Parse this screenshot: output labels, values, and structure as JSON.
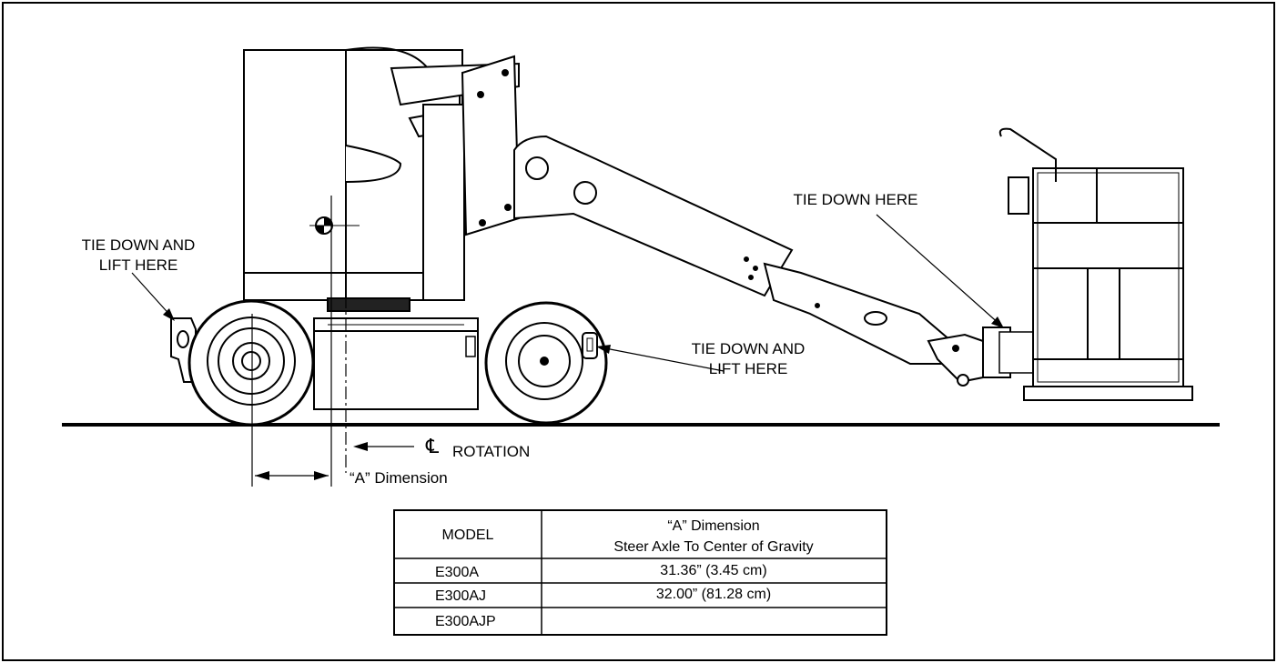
{
  "labels": {
    "tie_down_lift_left_line1": "TIE DOWN AND",
    "tie_down_lift_left_line2": "LIFT HERE",
    "tie_down_platform": "TIE DOWN HERE",
    "tie_down_lift_right_line1": "TIE DOWN AND",
    "tie_down_lift_right_line2": "LIFT HERE",
    "cl_symbol": "℄",
    "cl_rotation": "ROTATION",
    "a_dimension": "“A” Dimension"
  },
  "table": {
    "header_model": "MODEL",
    "header_dim_line1": "“A” Dimension",
    "header_dim_line2": "Steer Axle To Center of Gravity",
    "rows": [
      {
        "model": "E300A",
        "value": "31.36” (3.45 cm)"
      },
      {
        "model": "E300AJ",
        "value": "32.00” (81.28 cm)"
      },
      {
        "model": "E300AJP",
        "value": ""
      }
    ]
  }
}
